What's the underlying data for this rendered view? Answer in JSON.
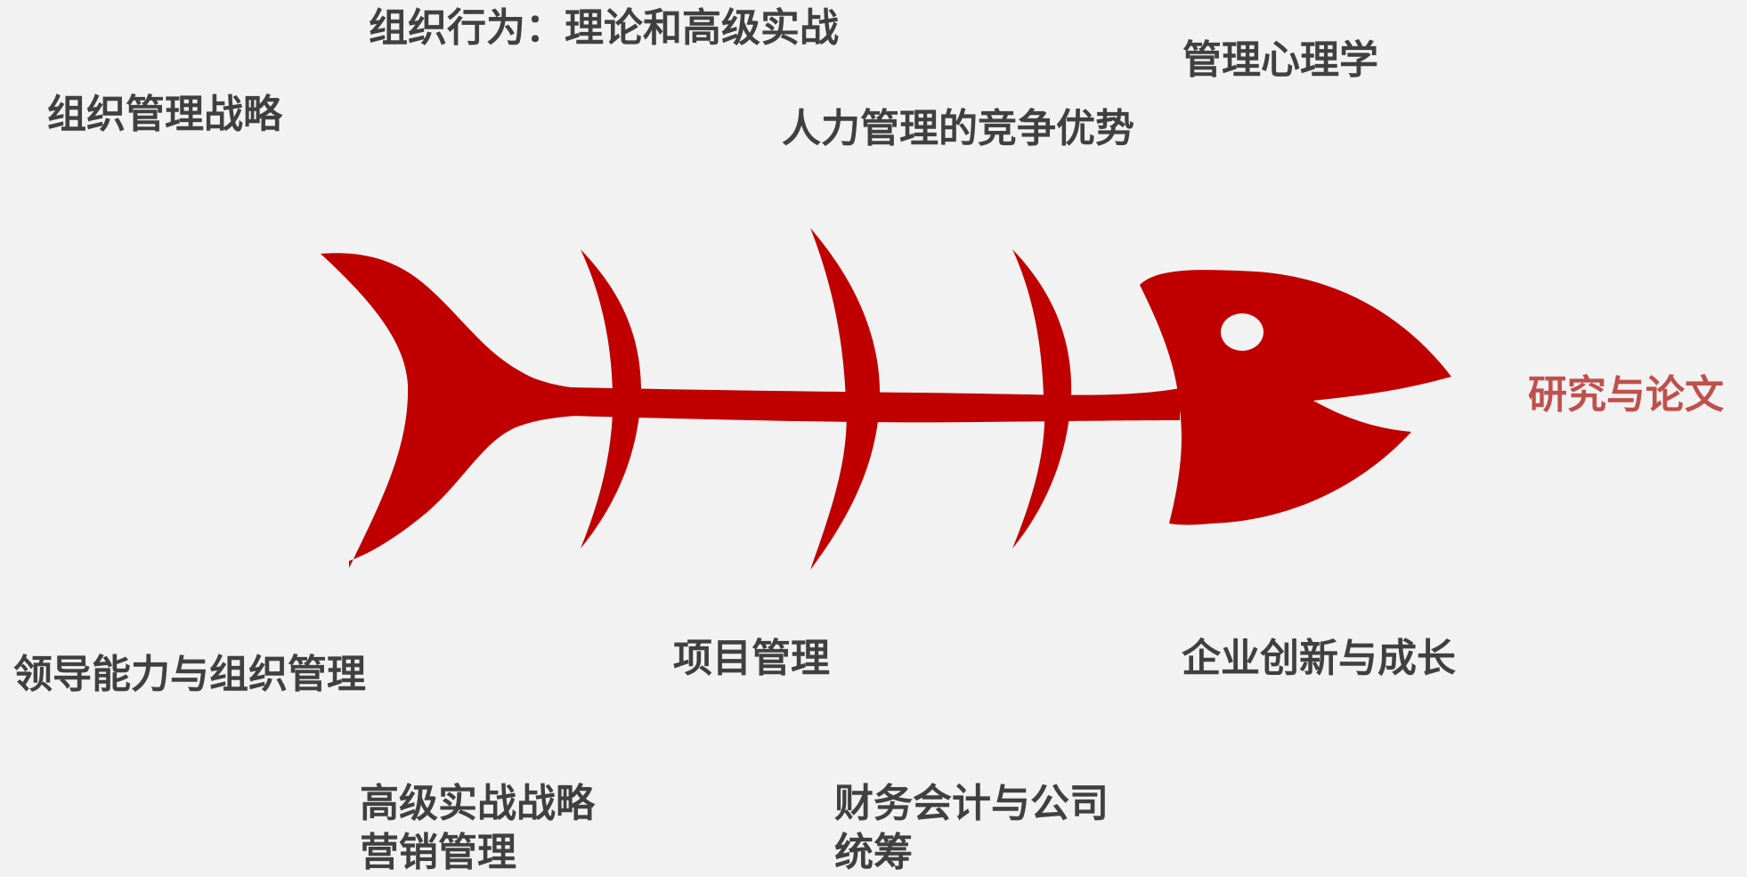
{
  "colors": {
    "background": "#f2f2f2",
    "fish": "#c00000",
    "eye": "#f2f2f2",
    "label_text": "#404040",
    "result_text": "#c0504d"
  },
  "result": "研究与论文",
  "top_causes": [
    {
      "lines": [
        "组织管理战略"
      ]
    },
    {
      "lines": [
        "组织行为：理论和高级实战"
      ]
    },
    {
      "lines": [
        "人力管理的竞争优势"
      ]
    },
    {
      "lines": [
        "管理心理学"
      ]
    }
  ],
  "bottom_causes": [
    {
      "lines": [
        "领导能力与组织管理"
      ]
    },
    {
      "lines": [
        "高级实战战略",
        "营销管理"
      ]
    },
    {
      "lines": [
        "项目管理"
      ]
    },
    {
      "lines": [
        "财务会计与公司",
        "统筹"
      ]
    },
    {
      "lines": [
        "企业创新与成长"
      ]
    }
  ]
}
